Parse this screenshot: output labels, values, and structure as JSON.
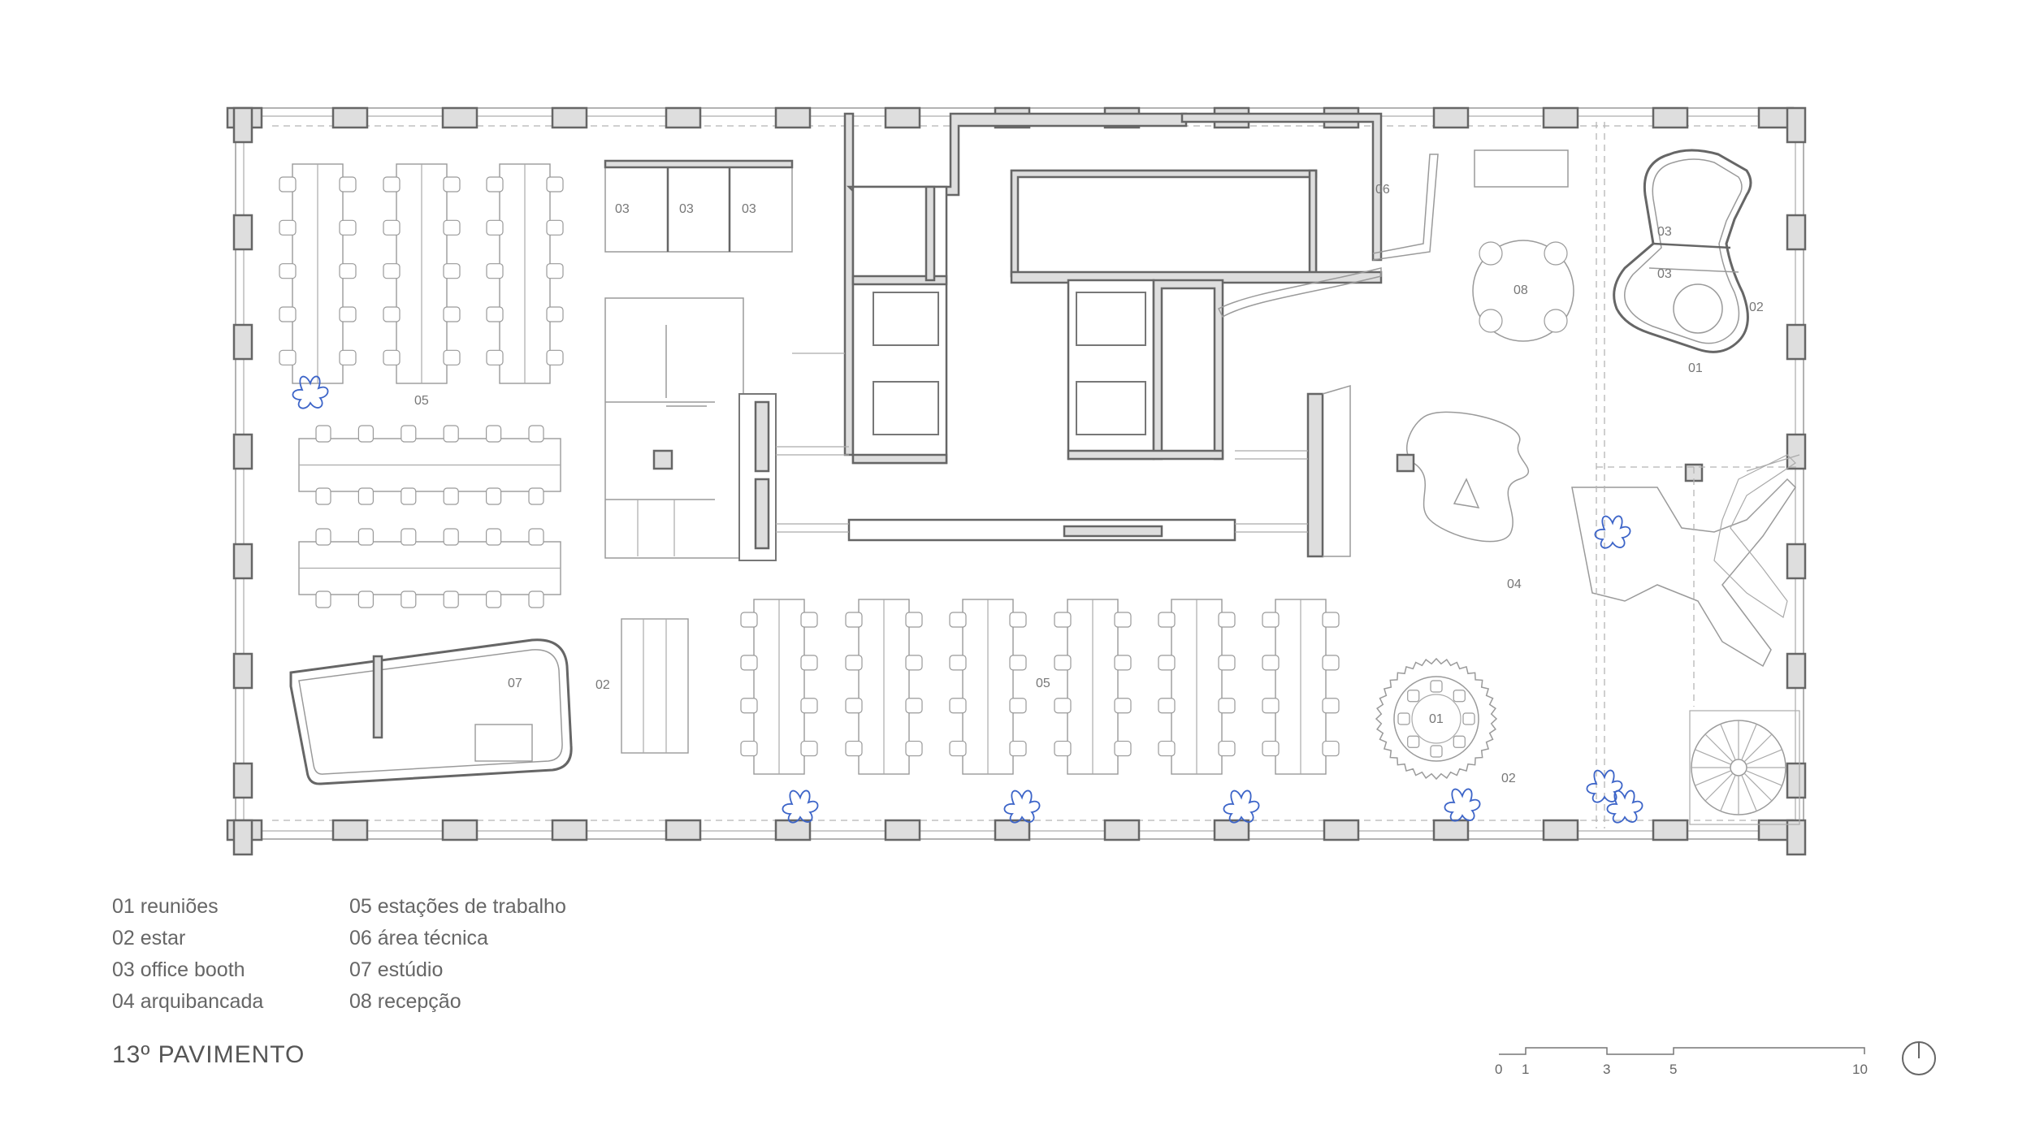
{
  "rooms": {
    "r05_a": "05",
    "r05_b": "05",
    "r03_a": "03",
    "r03_b": "03",
    "r03_c": "03",
    "r03_d": "03",
    "r03_e": "03",
    "r06": "06",
    "r08": "08",
    "r02_a": "02",
    "r02_b": "02",
    "r02_c": "02",
    "r01_a": "01",
    "r01_b": "01",
    "r04": "04",
    "r07": "07"
  },
  "legend": {
    "col1": [
      "01 reuniões",
      "02 estar",
      "03 office booth",
      "04 arquibancada"
    ],
    "col2": [
      "05 estações de trabalho",
      "06 área técnica",
      "07 estúdio",
      "08 recepção"
    ]
  },
  "title": "13º PAVIMENTO",
  "scale": {
    "ticks": [
      "0",
      "1",
      "3",
      "5",
      "10"
    ]
  },
  "colors": {
    "walls": "#666666",
    "plants": "#3c64c8",
    "lines": "#9a9a9a"
  },
  "icons": {
    "north": "north-arrow-icon"
  }
}
